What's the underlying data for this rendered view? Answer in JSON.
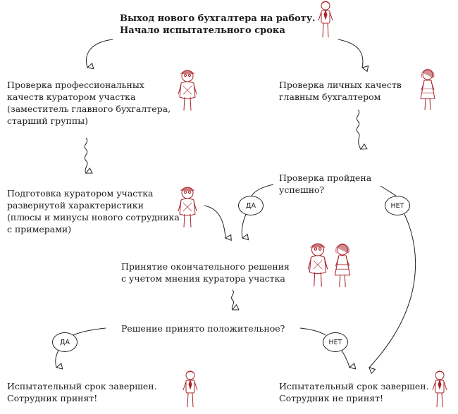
{
  "nodes": {
    "start": [
      "Выход нового бухгалтера на работу.",
      "Начало испытательного срока"
    ],
    "curator_check": [
      "Проверка профессиональных",
      "качеств куратором участка",
      "(заместитель главного бухгалтера,",
      "старший группы)"
    ],
    "personal_check": [
      "Проверка личных качеств",
      "главным бухгалтером"
    ],
    "passed": [
      "Проверка пройдена",
      "успешно?"
    ],
    "characteristic": [
      "Подготовка куратором участка",
      "развернутой характеристики",
      "(плюсы и минусы нового сотрудника",
      "с примерами)"
    ],
    "decision": [
      "Принятие окончательного решения",
      "с учетом мнения куратора участка"
    ],
    "positive": [
      "Решение принято положительное?"
    ],
    "accepted": [
      "Испытательный срок завершен.",
      "Сотрудник принят!"
    ],
    "rejected": [
      "Испытательный срок завершен.",
      "Сотрудник не принят!"
    ]
  },
  "badges": {
    "yes_1": "ДА",
    "no_1": "НЕТ",
    "yes_2": "ДА",
    "no_2": "НЕТ"
  },
  "colors": {
    "figure": "#a8232a",
    "line": "#222222"
  }
}
